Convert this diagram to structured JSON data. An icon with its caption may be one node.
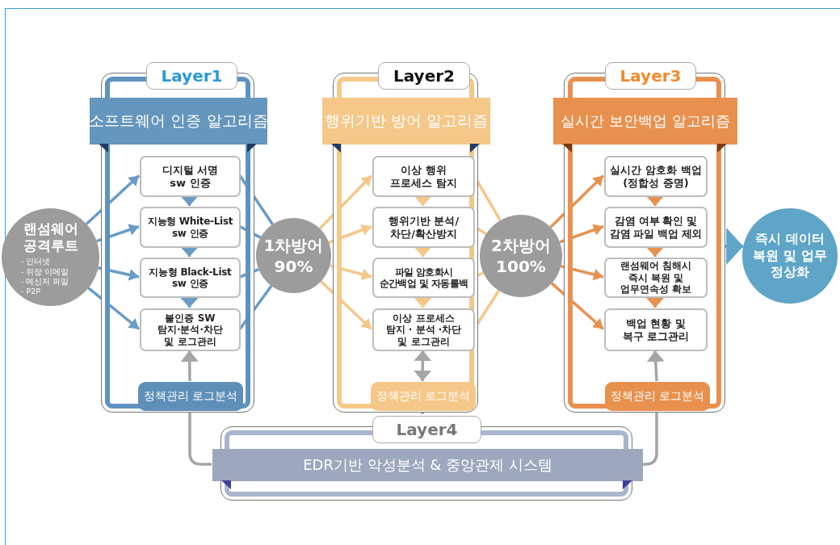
{
  "diagram": {
    "nodes": [
      {
        "text": [
          "Layer1"
        ]
      },
      {
        "text": [
          "소프트웨어 인증 알고리즘"
        ],
        "in": 0
      },
      {
        "text": [
          "디지털 서명 sw 인증"
        ],
        "in": 0
      },
      {
        "text": [
          "지능형 White-List sw 인증"
        ],
        "in": 0
      },
      {
        "text": [
          "지능형 Black-List sw 인증"
        ],
        "in": 0
      },
      {
        "text": [
          "불인증 SW 탐지·분석·차단 및 로그관리"
        ],
        "in": 0
      },
      {
        "text": [
          "정책관리 로그분석"
        ],
        "in": 0
      },
      {
        "text": [
          "Layer2"
        ]
      },
      {
        "text": [
          "행위기반 방어 알고리즘"
        ],
        "in": 7
      },
      {
        "text": [
          "이상 행위 프로세스 탐지"
        ],
        "in": 7
      },
      {
        "text": [
          "행위기반 분석/차단/확산방지"
        ],
        "in": 7
      },
      {
        "text": [
          "파일 암호화시 순간백업 및 자동롤백"
        ],
        "in": 7
      },
      {
        "text": [
          "이상 프로세스 탐지 · 분석 ·차단 및 로그관리"
        ],
        "in": 7
      },
      {
        "text": [
          "정책관리 로그분석"
        ],
        "in": 7
      },
      {
        "text": [
          "Layer3"
        ]
      },
      {
        "text": [
          "실시간 보안백업 알고리즘"
        ],
        "in": 14
      },
      {
        "text": [
          "실시간 암호화 백업 (정합성 증명)"
        ],
        "in": 14
      },
      {
        "text": [
          "감염 여부 확인 및 감염 파일 백업 제외"
        ],
        "in": 14
      },
      {
        "text": [
          "랜섬웨어 침해시 즉시 복원 및 업무연속성 확보"
        ],
        "in": 14
      },
      {
        "text": [
          "백업 현황 및 복구 로그관리"
        ],
        "in": 14
      },
      {
        "text": [
          "정책관리 로그분석"
        ],
        "in": 14
      },
      {
        "text": [
          "Layer4"
        ]
      },
      {
        "text": [
          "EDR기반 악성분석 & 중앙관제 시스템"
        ],
        "in": 21
      },
      {
        "text": [
          "랜섬웨어 공격루트",
          "- 인터넷",
          "- 위장 이메일",
          "- 메신저 파일",
          "- P2P"
        ]
      },
      {
        "text": [
          "1차방어",
          "90%"
        ]
      },
      {
        "text": [
          "2차방어",
          "100%"
        ]
      },
      {
        "text": [
          "즉시 데이터 복원 및 업무 정상화"
        ]
      }
    ],
    "edges": [
      {
        "from": 23,
        "to": 2,
        "arrow": "to",
        "color": "#6a9cc6"
      },
      {
        "from": 23,
        "to": 3,
        "arrow": "to",
        "color": "#6a9cc6"
      },
      {
        "from": 23,
        "to": 4,
        "arrow": "to",
        "color": "#6a9cc6"
      },
      {
        "from": 23,
        "to": 5,
        "arrow": "to",
        "color": "#6a9cc6"
      },
      {
        "from": 2,
        "to": 3,
        "arrow": "to",
        "color": "#6a9cc6"
      },
      {
        "from": 3,
        "to": 4,
        "arrow": "to",
        "color": "#6a9cc6"
      },
      {
        "from": 4,
        "to": 5,
        "arrow": "to",
        "color": "#6a9cc6"
      },
      {
        "from": 2,
        "to": 24,
        "arrow": "none",
        "color": "#6a9cc6"
      },
      {
        "from": 3,
        "to": 24,
        "arrow": "none",
        "color": "#6a9cc6"
      },
      {
        "from": 4,
        "to": 24,
        "arrow": "none",
        "color": "#6a9cc6"
      },
      {
        "from": 5,
        "to": 24,
        "arrow": "none",
        "color": "#6a9cc6"
      },
      {
        "from": 6,
        "to": 5,
        "arrow": "to",
        "color": "#a5a5a5"
      },
      {
        "from": 24,
        "to": 9,
        "arrow": "to",
        "color": "#f5c889"
      },
      {
        "from": 24,
        "to": 10,
        "arrow": "to",
        "color": "#f5c889"
      },
      {
        "from": 24,
        "to": 11,
        "arrow": "to",
        "color": "#f5c889"
      },
      {
        "from": 24,
        "to": 12,
        "arrow": "to",
        "color": "#f5c889"
      },
      {
        "from": 9,
        "to": 10,
        "arrow": "to",
        "color": "#f5c889"
      },
      {
        "from": 10,
        "to": 11,
        "arrow": "to",
        "color": "#f5c889"
      },
      {
        "from": 11,
        "to": 12,
        "arrow": "to",
        "color": "#f5c889"
      },
      {
        "from": 9,
        "to": 25,
        "arrow": "none",
        "color": "#f5c889"
      },
      {
        "from": 10,
        "to": 25,
        "arrow": "none",
        "color": "#f5c889"
      },
      {
        "from": 11,
        "to": 25,
        "arrow": "none",
        "color": "#f5c889"
      },
      {
        "from": 12,
        "to": 25,
        "arrow": "none",
        "color": "#f5c889"
      },
      {
        "from": 13,
        "to": 12,
        "arrow": "both",
        "color": "#a5a5a5"
      },
      {
        "from": 13,
        "to": 21,
        "arrow": "none",
        "color": "#a5a5a5"
      },
      {
        "from": 25,
        "to": 16,
        "arrow": "to",
        "color": "#e8914f"
      },
      {
        "from": 25,
        "to": 17,
        "arrow": "to",
        "color": "#e8914f"
      },
      {
        "from": 25,
        "to": 18,
        "arrow": "to",
        "color": "#e8914f"
      },
      {
        "from": 25,
        "to": 19,
        "arrow": "to",
        "color": "#e8914f"
      },
      {
        "from": 16,
        "to": 17,
        "arrow": "to",
        "color": "#e8914f"
      },
      {
        "from": 17,
        "to": 18,
        "arrow": "to",
        "color": "#e8914f"
      },
      {
        "from": 18,
        "to": 19,
        "arrow": "to",
        "color": "#e8914f"
      },
      {
        "from": 20,
        "to": 19,
        "arrow": "to",
        "color": "#a5a5a5"
      },
      {
        "from": 14,
        "to": 26,
        "arrow": "to",
        "color": "#5ea5c8"
      },
      {
        "from": 22,
        "to": 6,
        "arrow": "none",
        "color": "#a5a5a5"
      },
      {
        "from": 22,
        "to": 20,
        "arrow": "none",
        "color": "#a5a5a5"
      }
    ]
  }
}
